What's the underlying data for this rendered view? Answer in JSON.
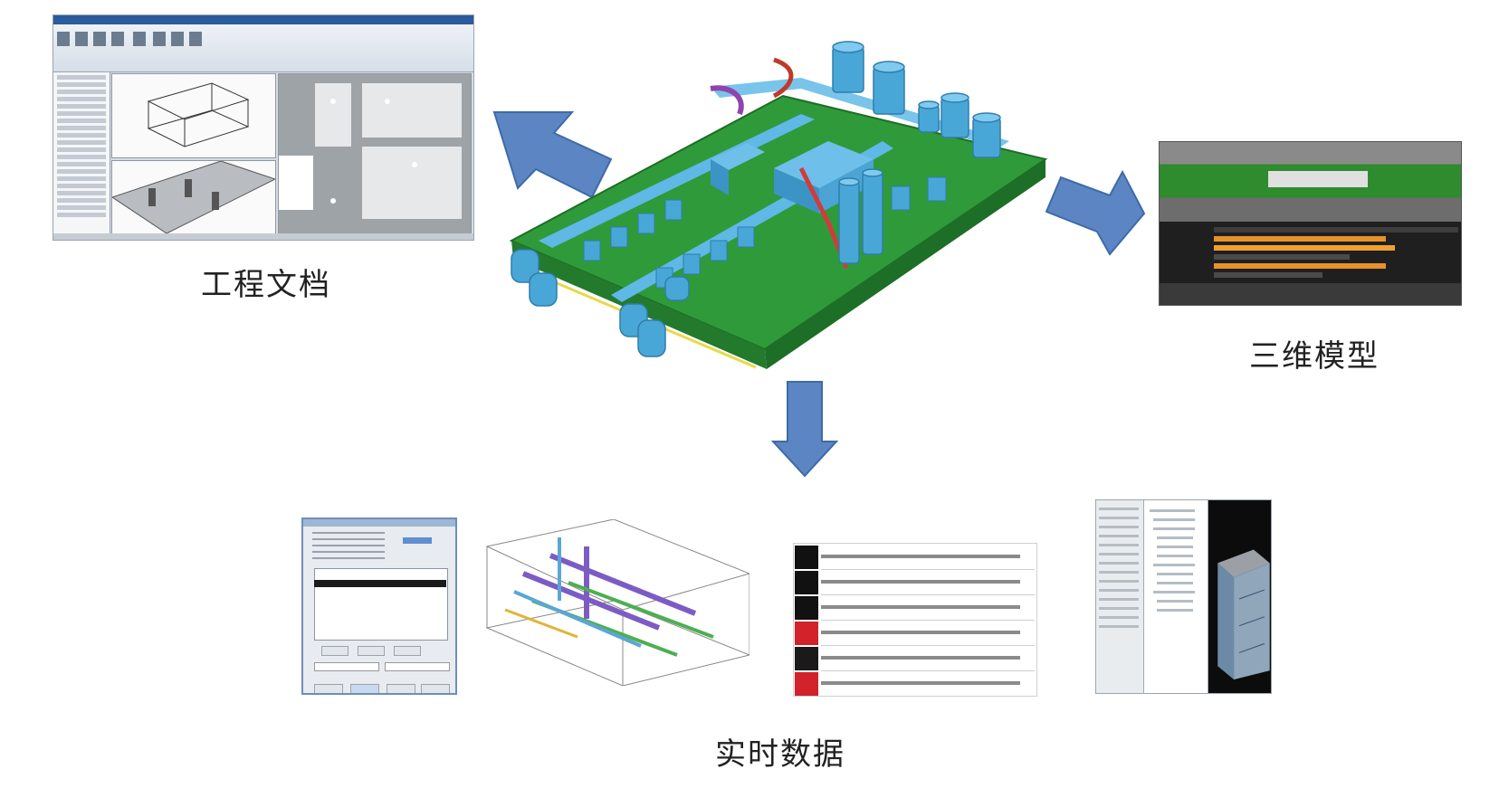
{
  "captions": {
    "engineering_documents": "工程文档",
    "three_d_model": "三维模型",
    "realtime_data": "实时数据"
  },
  "colors": {
    "arrow_fill": "#5b86c3",
    "arrow_stroke": "#3e6aa8",
    "plant_floor": "#2f9a3a",
    "plant_equipment": "#48a7d6"
  },
  "icons": {
    "arrow_left": "arrow-up-left-icon",
    "arrow_right": "arrow-down-right-icon",
    "arrow_down": "arrow-down-icon"
  }
}
